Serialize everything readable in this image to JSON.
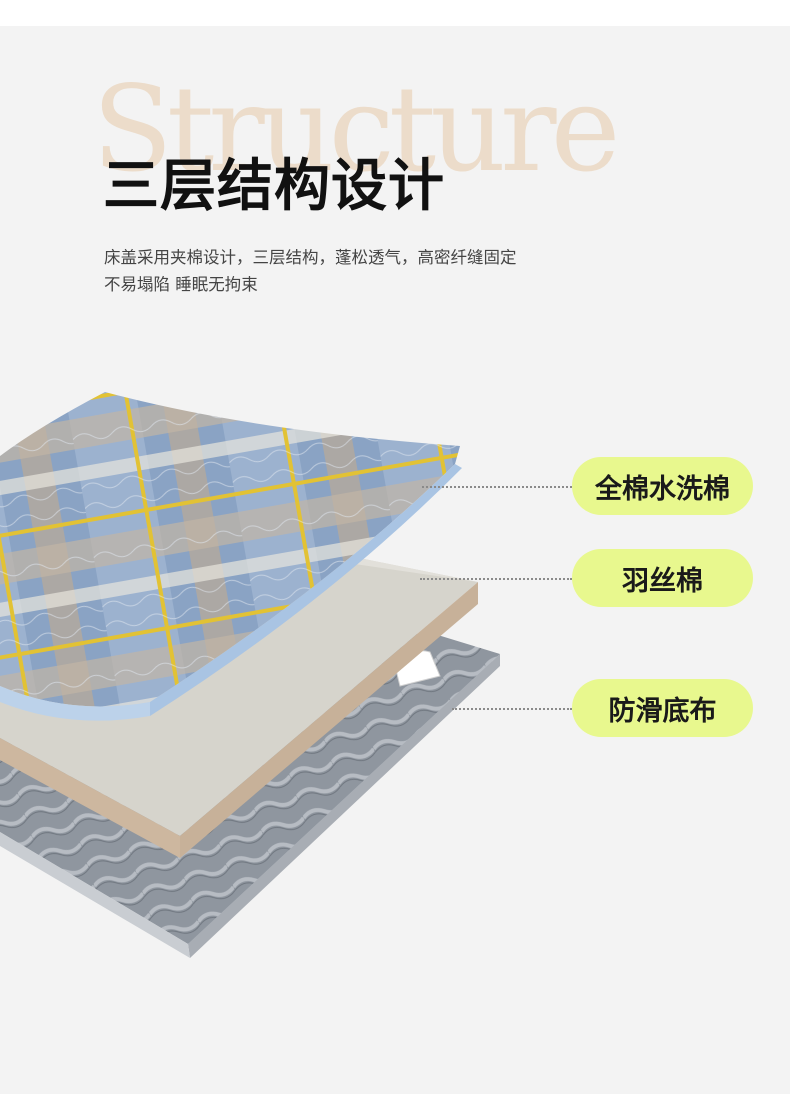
{
  "watermark": "Structure",
  "headline": "三层结构设计",
  "description": {
    "line1": "床盖采用夹棉设计，三层结构，蓬松透气，高密纤缝固定",
    "line2": "不易塌陷 睡眠无拘束"
  },
  "layers": [
    {
      "label": "全棉水洗棉"
    },
    {
      "label": "羽丝棉"
    },
    {
      "label": "防滑底布"
    }
  ],
  "colors": {
    "background": "#f3f3f3",
    "callout_fill": "#e8f88e",
    "headline": "#111111",
    "watermark": "#ecdcca",
    "top_fabric_blue": "#8ea7c7",
    "plaid_stripe_yellow": "#e2c234",
    "middle_layer": "#d6d4cc",
    "bottom_fabric_gray": "#8f969f"
  }
}
